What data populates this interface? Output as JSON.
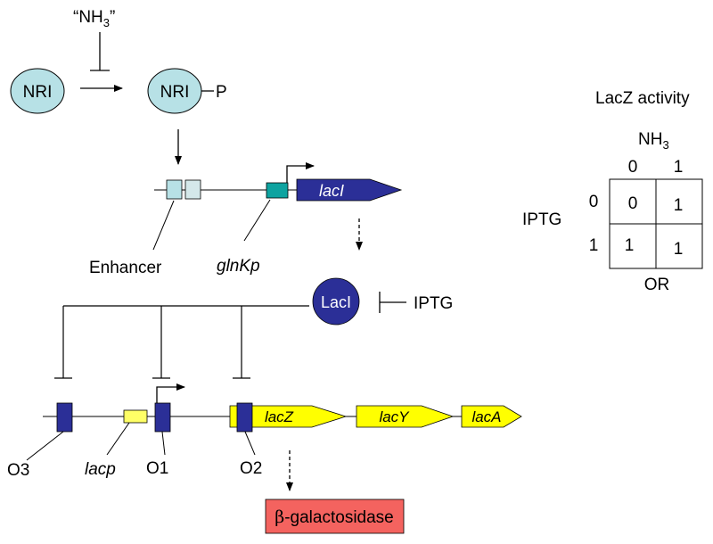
{
  "colors": {
    "nri_fill": "#b7e1e6",
    "laci_gene": "#2b2f97",
    "glnkp": "#0ea3a0",
    "enhancer_box": "#b7e1e6",
    "lac_genes": "#ffff00",
    "lacp_box": "#ffff66",
    "operator": "#2b2f97",
    "bgal_fill": "#f4635f"
  },
  "labels": {
    "nh3_quote_open": "“NH",
    "nh3_quote_sub": "3",
    "nh3_quote_close": "”",
    "nri": "NRI",
    "nri_p": "NRI",
    "phosphate": "P",
    "laci_gene": "lacI",
    "enhancer": "Enhancer",
    "glnkp": "glnKp",
    "laci_protein": "LacI",
    "iptg_inhibitor": "IPTG",
    "lacz": "lacZ",
    "lacy": "lacY",
    "laca": "lacA",
    "o3": "O3",
    "lacp": "lacp",
    "o1": "O1",
    "o2": "O2",
    "bgal_beta": "β",
    "bgal_rest": "-galactosidase"
  },
  "truth_table": {
    "title": "LacZ activity",
    "col_header_main": "NH",
    "col_header_sub": "3",
    "row_header": "IPTG",
    "gate": "OR",
    "col_values": [
      "0",
      "1"
    ],
    "row_values": [
      "0",
      "1"
    ],
    "cells": [
      [
        "0",
        "1"
      ],
      [
        "1",
        "1"
      ]
    ]
  }
}
